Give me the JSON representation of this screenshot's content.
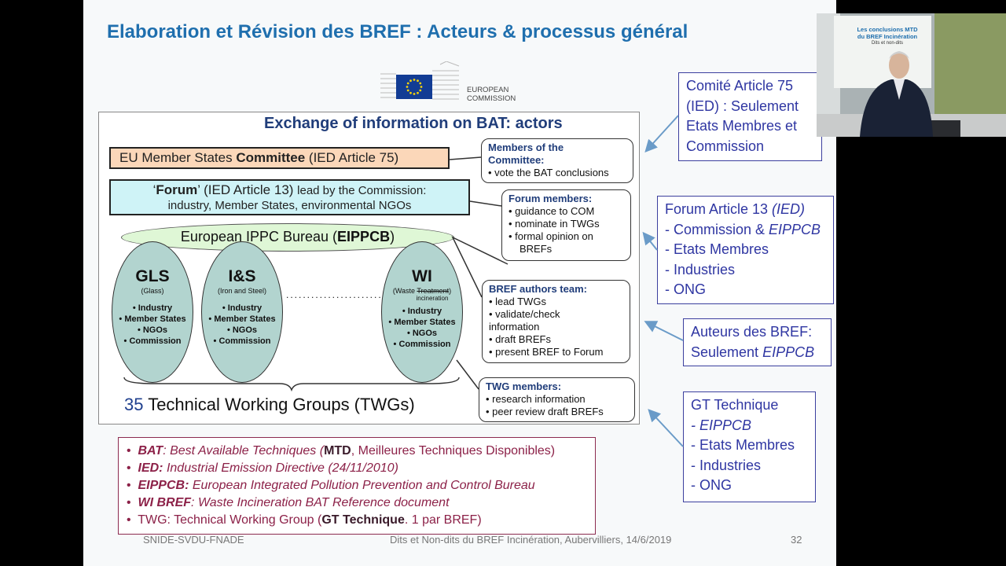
{
  "slide": {
    "title": "Elaboration et Révision des BREF : Acteurs & processus général",
    "logo_text_1": "EUROPEAN",
    "logo_text_2": "COMMISSION",
    "actors_title": "Exchange of information on BAT: actors",
    "committee_pre": "EU Member States ",
    "committee_bold": "Committee",
    "committee_post": " (IED Article 75)",
    "forum_pre": "‘",
    "forum_bold": "Forum",
    "forum_mid": "’ (IED Article 13) ",
    "forum_small": "lead by the Commission:",
    "forum_line2": "industry, Member States, environmental NGOs",
    "eippcb_pre": "European IPPC Bureau (",
    "eippcb_bold": "EIPPCB",
    "eippcb_post": ")",
    "twgs": [
      {
        "code": "GLS",
        "sub": "(Glass)",
        "members": [
          "• Industry",
          "• Member States",
          "• NGOs",
          "• Commission"
        ]
      },
      {
        "code": "I&S",
        "sub": "(Iron and Steel)",
        "members": [
          "• Industry",
          "• Member States",
          "• NGOs",
          "• Commission"
        ]
      },
      {
        "code": "WI",
        "sub_pre": "(Waste ",
        "sub_strike": "Treatment",
        "sub_post": ")",
        "sub_line2": "incineration",
        "members": [
          "• Industry",
          "• Member States",
          "• NGOs",
          "• Commission"
        ]
      }
    ],
    "dots": ".........................",
    "twg_count_num": "35",
    "twg_count_text": " Technical Working Groups (TWGs)",
    "callouts": {
      "committee": {
        "heading_1": "Members of the",
        "heading_2": "Committee:",
        "items": [
          "• vote the BAT conclusions"
        ]
      },
      "forum": {
        "heading": "Forum members:",
        "items": [
          "• guidance to COM",
          "• nominate in TWGs",
          "• formal opinion on",
          "   BREFs"
        ]
      },
      "authors": {
        "heading": "BREF authors team:",
        "items": [
          "• lead TWGs",
          "• validate/check",
          "information",
          "• draft BREFs",
          "• present BREF to Forum"
        ]
      },
      "twg": {
        "heading": "TWG members:",
        "items": [
          "• research information",
          "• peer review draft BREFs"
        ]
      }
    },
    "glossary": [
      {
        "term": "BAT",
        "def_italic": ": Best Available Techniques (",
        "bold": "MTD",
        "def_tail": ", Meilleures Techniques Disponibles)"
      },
      {
        "term": "IED:",
        "def_italic": " Industrial Emission Directive (24/11/2010)"
      },
      {
        "term": "EIPPCB:",
        "def_italic": " European Integrated Pollution Prevention and Control Bureau"
      },
      {
        "term": "WI BREF",
        "def_italic": ": Waste Incineration BAT Reference document"
      },
      {
        "term_plain": "TWG: Technical Working Group (",
        "bold": "GT Technique",
        "def_tail": ". 1 par BREF)"
      }
    ],
    "footer_left": "SNIDE-SVDU-FNADE",
    "footer_center": "Dits et Non-dits du BREF Incinération, Aubervilliers, 14/6/2019",
    "page_number": "32",
    "fr_boxes": {
      "comite": [
        "Comité Article 75",
        "(IED) : Seulement",
        "Etats Membres et",
        "Commission"
      ],
      "forum": {
        "l1_pre": "Forum Article 13 ",
        "l1_italic": "(IED)",
        "l2_pre": "- Commission & ",
        "l2_italic": "EIPPCB",
        "l3": "- Etats Membres",
        "l4": "- Industries",
        "l5": "- ONG"
      },
      "auteurs": {
        "l1": "Auteurs des BREF:",
        "l2_pre": "Seulement ",
        "l2_italic": "EIPPCB"
      },
      "gt": {
        "l1": "GT Technique",
        "l2": "- EIPPCB",
        "l3": "- Etats Membres",
        "l4": "- Industries",
        "l5": "- ONG"
      }
    }
  },
  "webcam": {
    "poster_title_1": "Les conclusions MTD",
    "poster_title_2": "du BREF Incinération",
    "poster_sub": "Dits et non-dits"
  }
}
